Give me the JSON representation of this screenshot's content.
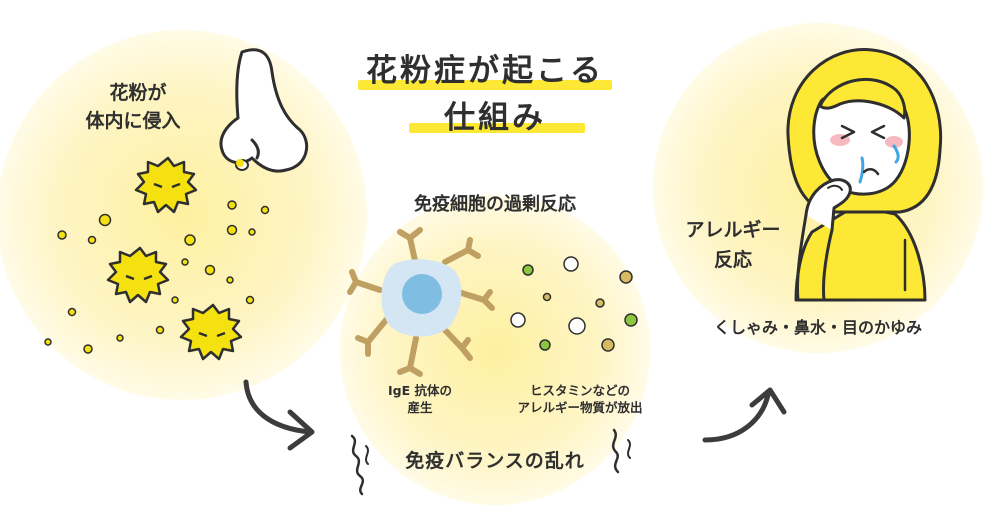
{
  "title": {
    "line1": "花粉症が起こる",
    "line2": "仕組み"
  },
  "step1": {
    "label_line1": "花粉が",
    "label_line2": "体内に侵入"
  },
  "step2": {
    "heading": "免疫細胞の過剰反応",
    "left_caption_line1": "IgE 抗体の",
    "left_caption_line2": "産生",
    "right_caption_line1": "ヒスタミンなどの",
    "right_caption_line2": "アレルギー物質が放出",
    "footer": "免疫バランスの乱れ"
  },
  "step3": {
    "label_line1": "アレルギー",
    "label_line2": "反応",
    "symptoms": "くしゃみ・鼻水・目のかゆみ"
  },
  "colors": {
    "circle_fill": "#fef6c8",
    "highlight": "#fde835",
    "pollen": "#f5e10f",
    "ink": "#2f2f2f",
    "cell_outer": "#d4e6f3",
    "cell_nucleus": "#7fbde3",
    "antibody": "#c0a062",
    "dot_green": "#8cc63f",
    "dot_tan": "#d7bb62",
    "tear": "#42a5e3",
    "hair": "#fde835"
  }
}
